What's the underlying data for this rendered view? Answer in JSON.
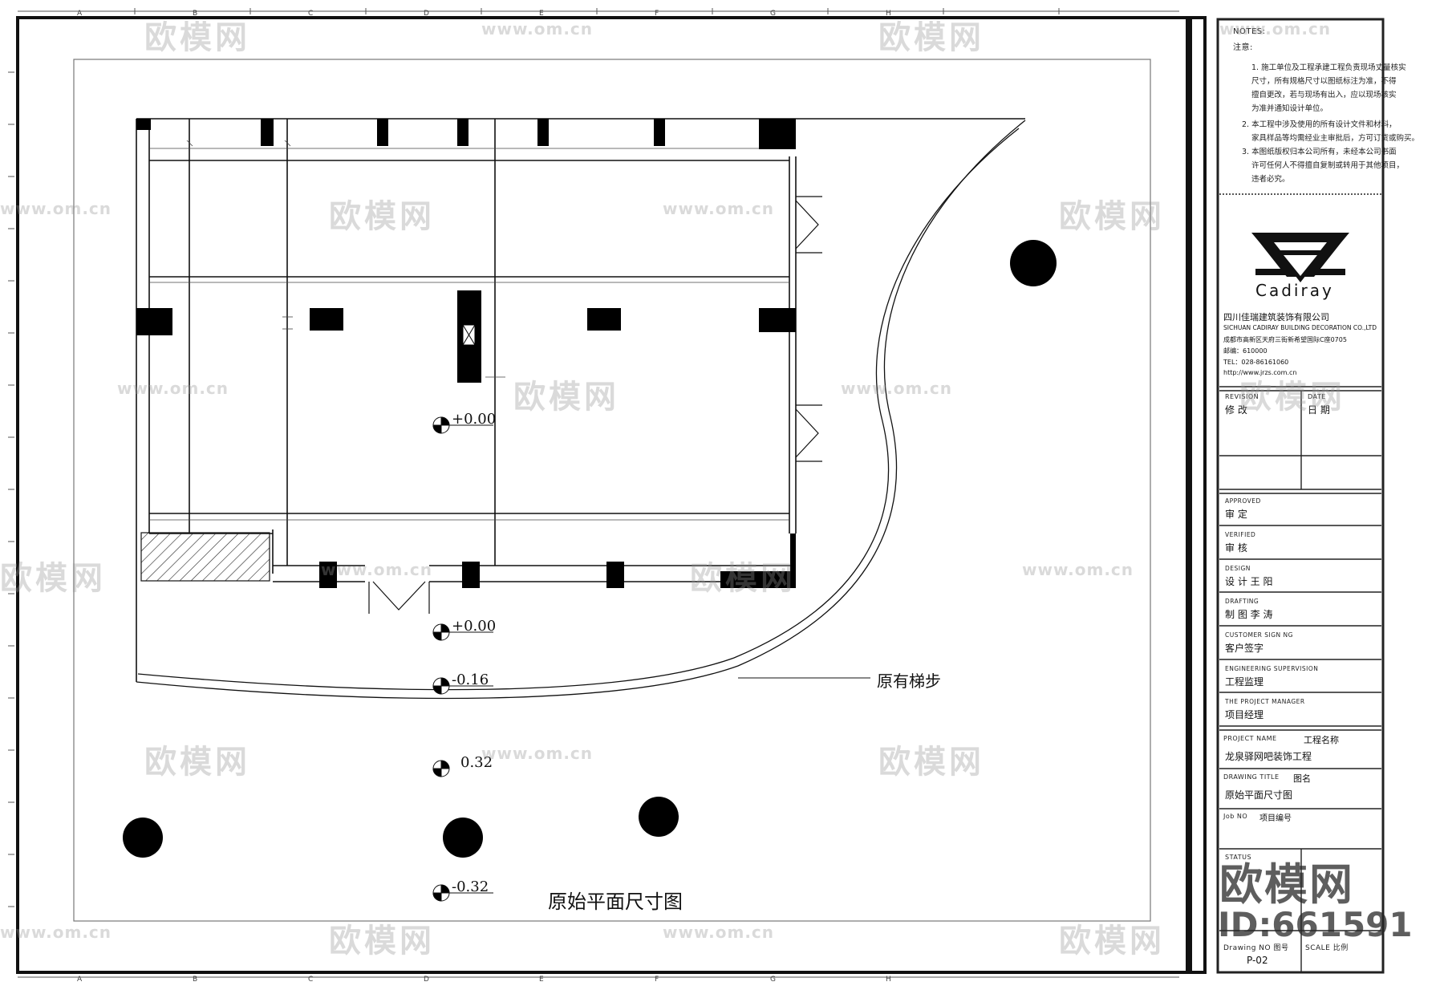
{
  "drawing": {
    "plan_title": "原始平面尺寸图",
    "stair_callout": "原有梯步",
    "levels": [
      "+0.00",
      "+0.00",
      "-0.16",
      "0.32",
      "-0.32"
    ]
  },
  "grid": {
    "columns": [
      "A",
      "B",
      "C",
      "D",
      "E",
      "F",
      "G",
      "H"
    ]
  },
  "title_block": {
    "notes_header": "NOTES:",
    "notes_header_cn": "注意:",
    "notes": [
      "1. 施工单位及工程承建工程负责现场丈量核实",
      "尺寸，所有规格尺寸以图纸标注为准，不得",
      "擅自更改，若与现场有出入，应以现场核实",
      "为准并通知设计单位。",
      "2. 本工程中涉及使用的所有设计文件和材料，",
      "家具样品等均需经业主审批后，方可订货或购买。",
      "3. 本图纸版权归本公司所有，未经本公司书面",
      "许可任何人不得擅自复制或转用于其他项目，",
      "违者必究。"
    ],
    "logo_text": "Cadiray",
    "company_cn": "四川佳瑞建筑装饰有限公司",
    "company_en": "SICHUAN CADIRAY BUILDING DECORATION CO.,LTD",
    "address": "成都市高新区天府三街新希望国际C座0705",
    "postcode": "邮编：610000",
    "tel": "TEL：028-86161060",
    "web": "http://www.jrzs.com.cn",
    "revision_en": "REVISION",
    "revision_cn": "修 改",
    "date_en": "DATE",
    "date_cn": "日 期",
    "approved_en": "APPROVED",
    "approved_cn": "审 定",
    "verified_en": "VERIFIED",
    "verified_cn": "审 核",
    "design_en": "DESIGN",
    "design_cn": "设 计  王 阳",
    "drafting_en": "DRAFTING",
    "drafting_cn": "制 图  李 涛",
    "customer_en": "CUSTOMER SIGN NG",
    "customer_cn": "客户签字",
    "engineering_en": "ENGINEERING SUPERVISION",
    "engineering_cn": "工程监理",
    "manager_en": "THE PROJECT MANAGER",
    "manager_cn": "项目经理",
    "project_en": "PROJECT NAME",
    "project_cn": "工程名称",
    "project_value": "龙泉驿网吧装饰工程",
    "drawing_title_en": "DRAWING TITLE",
    "drawing_title_cn": "图名",
    "drawing_title_value": "原始平面尺寸图",
    "job_no_en": "Job NO",
    "job_no_cn": "项目编号",
    "status_en": "STATUS",
    "drawing_no_en": "Drawing NO 图号",
    "scale_en": "SCALE 比例",
    "drawing_no_value": "P-02"
  },
  "watermark": {
    "brand": "欧模网",
    "url": "www.om.cn",
    "stamp_brand": "欧模网",
    "stamp_id": "ID:661591"
  }
}
